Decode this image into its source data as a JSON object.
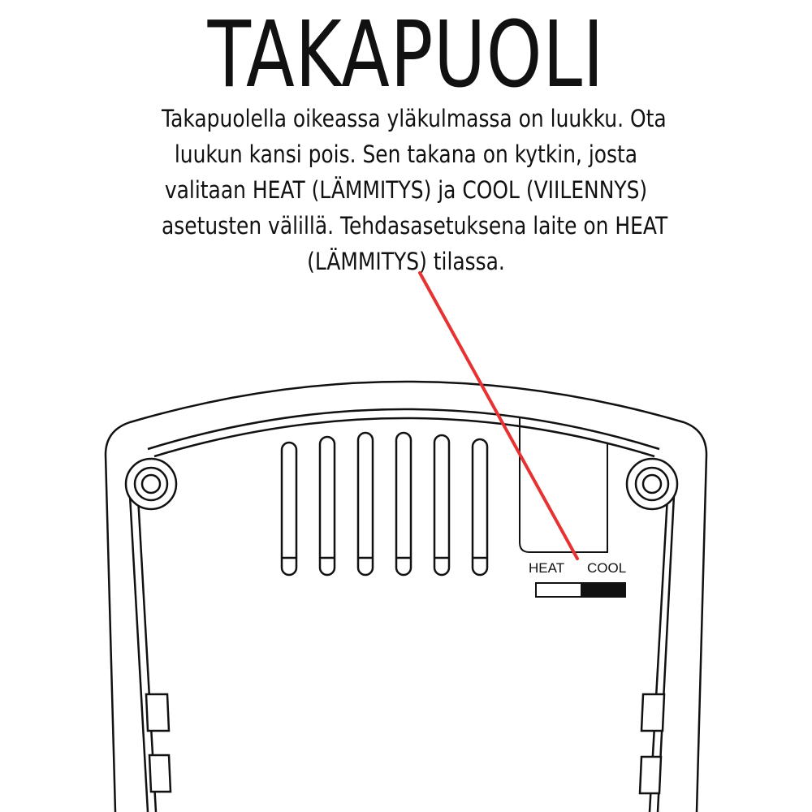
{
  "title": "TAKAPUOLI",
  "description_lines": [
    "Takapuolella oikeassa yläkulmassa on luukku. Ota",
    "luukun kansi pois. Sen takana on kytkin, josta",
    "valitaan HEAT (LÄMMITYS) ja COOL (VIILENNYS)",
    "asetusten välillä. Tehdasasetuksena laite on HEAT",
    "(LÄMMITYS) tilassa."
  ],
  "switch": {
    "heat_label": "HEAT",
    "cool_label": "COOL"
  },
  "colors": {
    "pointer_line": "#e63232",
    "outline": "#111111"
  }
}
